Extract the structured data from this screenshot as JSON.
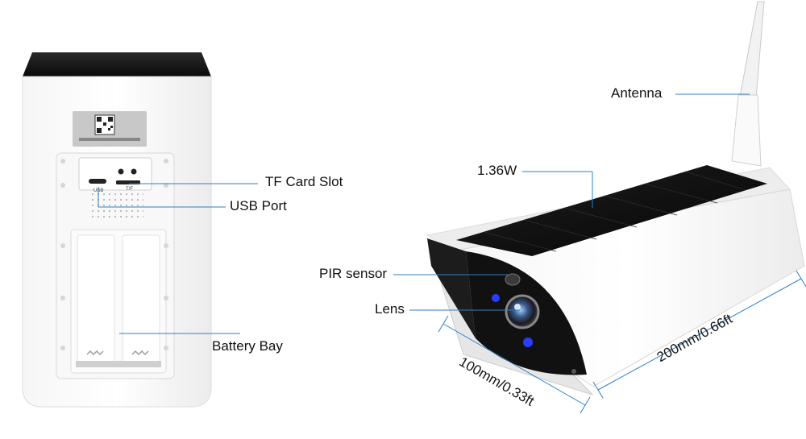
{
  "callouts": {
    "tf_card_slot": "TF Card Slot",
    "usb_port": "USB Port",
    "battery_bay": "Battery Bay",
    "antenna": "Antenna",
    "solar_power": "1.36W",
    "pir_sensor": "PIR sensor",
    "lens": "Lens"
  },
  "dimensions": {
    "depth": "100mm/0.33ft",
    "length": "200mm/0.66ft"
  },
  "panel_labels": {
    "usb": "USB",
    "tf": "T/F"
  },
  "colors": {
    "callout_line": "#2f7fc4",
    "solar_panel": "#141414",
    "housing": "#f4f4f4",
    "ir_led": "#2a3cff"
  }
}
